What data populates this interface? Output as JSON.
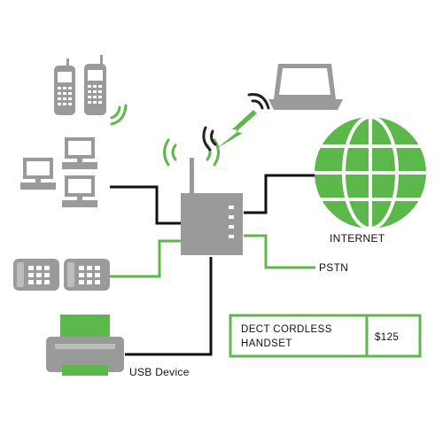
{
  "labels": {
    "internet": "INTERNET",
    "pstn": "PSTN",
    "usb_device": "USB Device"
  },
  "product_box": {
    "name_line1": "DECT CORDLESS",
    "name_line2": "HANDSET",
    "price": "$125"
  },
  "colors": {
    "accent_green": "#5cb84a",
    "device_gray": "#9a9a9a",
    "line_black": "#111111"
  },
  "icons": [
    "cordless-phone-icon",
    "desktop-computer-icon",
    "desk-phone-icon",
    "printer-icon",
    "laptop-icon",
    "router-icon",
    "globe-icon",
    "wireless-signal-icon",
    "lightning-bolt-icon"
  ]
}
